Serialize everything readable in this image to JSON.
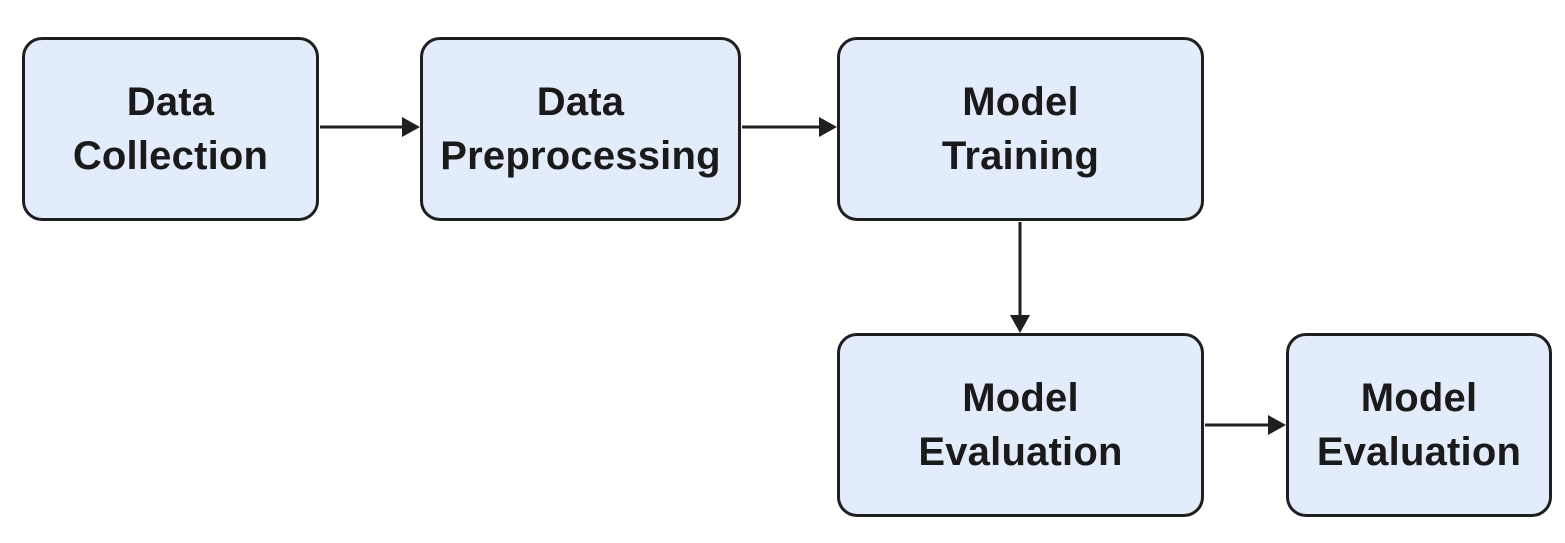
{
  "diagram": {
    "colors": {
      "node_fill": "#e3ecfa",
      "node_border": "#1f1f1f",
      "text": "#1a1a1a",
      "arrow": "#1f1f1f"
    },
    "nodes": [
      {
        "id": "n1",
        "line1": "Data",
        "line2": "Collection"
      },
      {
        "id": "n2",
        "line1": "Data",
        "line2": "Preprocessing"
      },
      {
        "id": "n3",
        "line1": "Model",
        "line2": "Training"
      },
      {
        "id": "n4",
        "line1": "Model",
        "line2": "Evaluation"
      },
      {
        "id": "n5",
        "line1": "Model",
        "line2": "Evaluation"
      }
    ],
    "edges": [
      {
        "from": "n1",
        "to": "n2"
      },
      {
        "from": "n2",
        "to": "n3"
      },
      {
        "from": "n3",
        "to": "n4"
      },
      {
        "from": "n4",
        "to": "n5"
      }
    ]
  }
}
